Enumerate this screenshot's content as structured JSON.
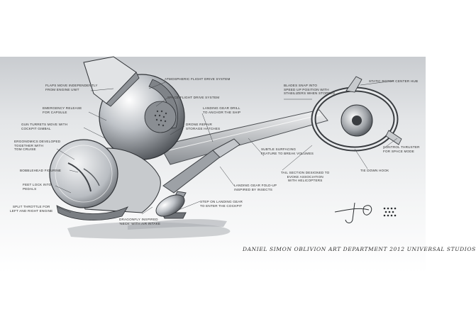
{
  "annotations": {
    "flaps": "FLAPS MOVE INDEPENDENTLY\nFROM ENGINE UNIT",
    "atmospheric": "ATMOSPHERIC FLIGHT DRIVE SYSTEM",
    "space_flight": "SPACE FLIGHT DRIVE SYSTEM",
    "emergency": "EMERGENCY RELEASE\nFOR CAPSULE",
    "gun_turrets": "GUN TURRETS MOVE WITH\nCOCKPIT GIMBAL",
    "ergonomics": "ERGONOMICS DEVELOPED\nTOGETHER WITH\nTOM CRUISE",
    "bobblehead": "BOBBLEHEAD FIGURINE",
    "feet_lock": "FEET LOCK INTO\nPEDALS",
    "split_throttle": "SPLIT THROTTLE FOR\nLEFT AND RIGHT ENGINE",
    "dragonfly": "DRAGONFLY INSPIRED\n'NECK' WITH AIR INTAKE",
    "drone_repair": "DRONE REPAIR\nSTORAGE HATCHES",
    "landing_drill": "LANDING GEAR DRILL\nTO ANCHOR THE SHIP",
    "blades_snap": "BLADES SNAP INTO\nSPEED UP POSITION WITH\nSTABILIZERS WHEN STOPPED",
    "static_rotor": "STATIC ROTOR CENTER HUB",
    "subtle_surfacing": "SUBTLE SURFACING\nFEATURE TO BREAK VOLUMES",
    "tail_section": "TAIL SECTION DESIGNED TO\nEVOKE ASSOCIATION\nWITH HELICOPTERS",
    "control_thruster": "CONTROL THRUSTER\nFOR SPACE MODE",
    "tie_down": "TIE DOWN HOOK",
    "landing_foldup": "LANDING GEAR FOLD-UP\nINSPIRED BY INSECTS",
    "step_on": "STEP ON LANDING GEAR\nTO ENTER THE COCKPIT"
  },
  "credit": "DANIEL SIMON  OBLIVION ART DEPARTMENT  2012  UNIVERSAL STUDIOS",
  "colors": {
    "ink": "#2e2e2e",
    "metal_dark": "#6d7176",
    "metal_light": "#eceef0",
    "backdrop_top": "#c9ccd0"
  }
}
